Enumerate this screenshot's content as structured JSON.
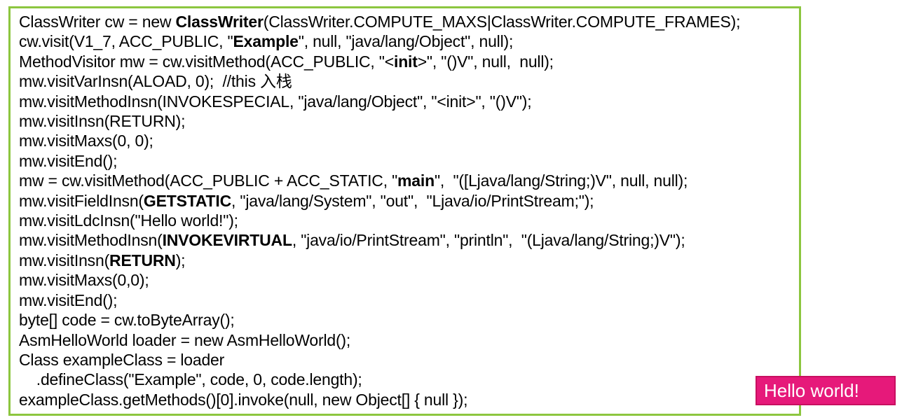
{
  "code": {
    "lines": [
      [
        {
          "t": "ClassWriter cw = new "
        },
        {
          "t": "ClassWriter",
          "b": true
        },
        {
          "t": "(ClassWriter.COMPUTE_MAXS|ClassWriter.COMPUTE_FRAMES);"
        }
      ],
      [
        {
          "t": "cw.visit(V1_7, ACC_PUBLIC, \""
        },
        {
          "t": "Example",
          "b": true
        },
        {
          "t": "\", null, \"java/lang/Object\", null);"
        }
      ],
      [
        {
          "t": "MethodVisitor mw = cw.visitMethod(ACC_PUBLIC, \"<"
        },
        {
          "t": "init",
          "b": true
        },
        {
          "t": ">\", \"()V\", null,  null);"
        }
      ],
      [
        {
          "t": "mw.visitVarInsn(ALOAD, 0);  //this 入栈"
        }
      ],
      [
        {
          "t": "mw.visitMethodInsn(INVOKESPECIAL, \"java/lang/Object\", \"<init>\", \"()V\");"
        }
      ],
      [
        {
          "t": "mw.visitInsn(RETURN);"
        }
      ],
      [
        {
          "t": "mw.visitMaxs(0, 0);"
        }
      ],
      [
        {
          "t": "mw.visitEnd();"
        }
      ],
      [
        {
          "t": "mw = cw.visitMethod(ACC_PUBLIC + ACC_STATIC, \""
        },
        {
          "t": "main",
          "b": true
        },
        {
          "t": "\",  \"([Ljava/lang/String;)V\", null, null);"
        }
      ],
      [
        {
          "t": "mw.visitFieldInsn("
        },
        {
          "t": "GETSTATIC",
          "b": true
        },
        {
          "t": ", \"java/lang/System\", \"out\",  \"Ljava/io/PrintStream;\");"
        }
      ],
      [
        {
          "t": "mw.visitLdcInsn(\"Hello world!\");"
        }
      ],
      [
        {
          "t": "mw.visitMethodInsn("
        },
        {
          "t": "INVOKEVIRTUAL",
          "b": true
        },
        {
          "t": ", \"java/io/PrintStream\", \"println\",  \"(Ljava/lang/String;)V\");"
        }
      ],
      [
        {
          "t": "mw.visitInsn("
        },
        {
          "t": "RETURN",
          "b": true
        },
        {
          "t": ");"
        }
      ],
      [
        {
          "t": "mw.visitMaxs(0,0);"
        }
      ],
      [
        {
          "t": "mw.visitEnd();"
        }
      ],
      [
        {
          "t": "byte[] code = cw.toByteArray();"
        }
      ],
      [
        {
          "t": "AsmHelloWorld loader = new AsmHelloWorld();"
        }
      ],
      [
        {
          "t": "Class exampleClass = loader"
        }
      ],
      [
        {
          "t": "    .defineClass(\"Example\", code, 0, code.length);"
        }
      ],
      [
        {
          "t": "exampleClass.getMethods()[0].invoke(null, new Object[] { null });"
        }
      ]
    ]
  },
  "output": {
    "text": "Hello world!"
  },
  "colors": {
    "box_border": "#8cc63f",
    "badge_background": "#e6197a",
    "badge_text": "#ffffff"
  }
}
